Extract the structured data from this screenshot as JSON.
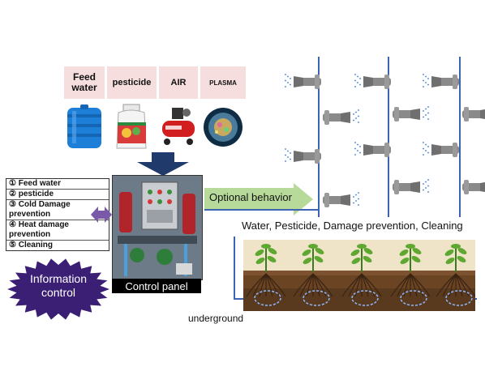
{
  "inputs": [
    {
      "label_line1": "Feed",
      "label_line2": "water",
      "image": "blue-water-barrel"
    },
    {
      "label_line1": "pesticide",
      "label_line2": "",
      "image": "pesticide-bottle"
    },
    {
      "label_line1": "AIR",
      "label_line2": "",
      "image": "red-air-compressor"
    },
    {
      "label_line1": "PLASMA",
      "label_line2": "",
      "image": "plasma-cell"
    }
  ],
  "functions": [
    "① Feed water",
    "② pesticide",
    "③ Cold Damage prevention",
    "④ Heat damage prevention",
    "⑤ Cleaning"
  ],
  "info_control": {
    "line1": "Information",
    "line2": "control"
  },
  "control_panel": {
    "label": "Control panel"
  },
  "optional_behavior": "Optional behavior",
  "caption": "Water, Pesticide, Damage prevention, Cleaning",
  "underground": "underground",
  "colors": {
    "header_bg": "#f6dede",
    "arrow_navy": "#1f3a6b",
    "arrow_green": "#b7d99a",
    "burst_purple": "#3b1f74",
    "pipe_blue": "#3d63b5",
    "double_arrow": "#7a5aa8",
    "spray": "#2e7bd6"
  }
}
